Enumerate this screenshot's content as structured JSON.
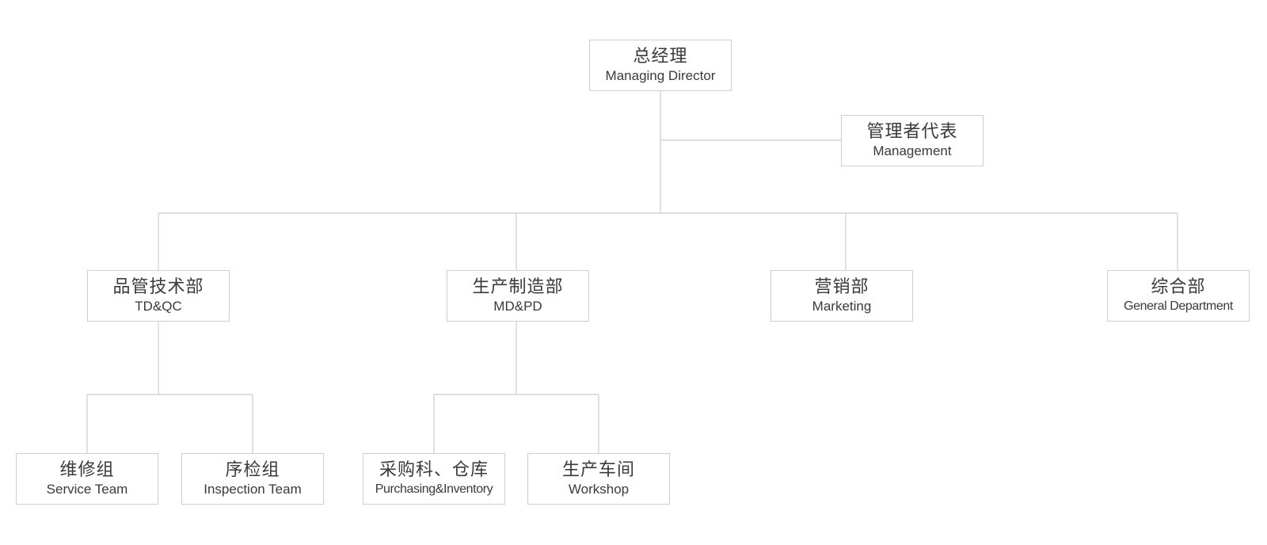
{
  "org_chart": {
    "director": {
      "zh": "总经理",
      "en": "Managing Director"
    },
    "representative": {
      "zh": "管理者代表",
      "en": "Management"
    },
    "departments": [
      {
        "zh": "品管技术部",
        "en": "TD&QC"
      },
      {
        "zh": "生产制造部",
        "en": "MD&PD"
      },
      {
        "zh": "营销部",
        "en": "Marketing"
      },
      {
        "zh": "综合部",
        "en": "General Department"
      }
    ],
    "teams": [
      {
        "zh": "维修组",
        "en": "Service Team"
      },
      {
        "zh": "序检组",
        "en": "Inspection Team"
      },
      {
        "zh": "采购科、仓库",
        "en": "Purchasing&Inventory"
      },
      {
        "zh": "生产车间",
        "en": "Workshop"
      }
    ],
    "colors": {
      "line": "#d4d4d4",
      "border": "#cfcfcf",
      "text": "#3a3a3a"
    }
  }
}
